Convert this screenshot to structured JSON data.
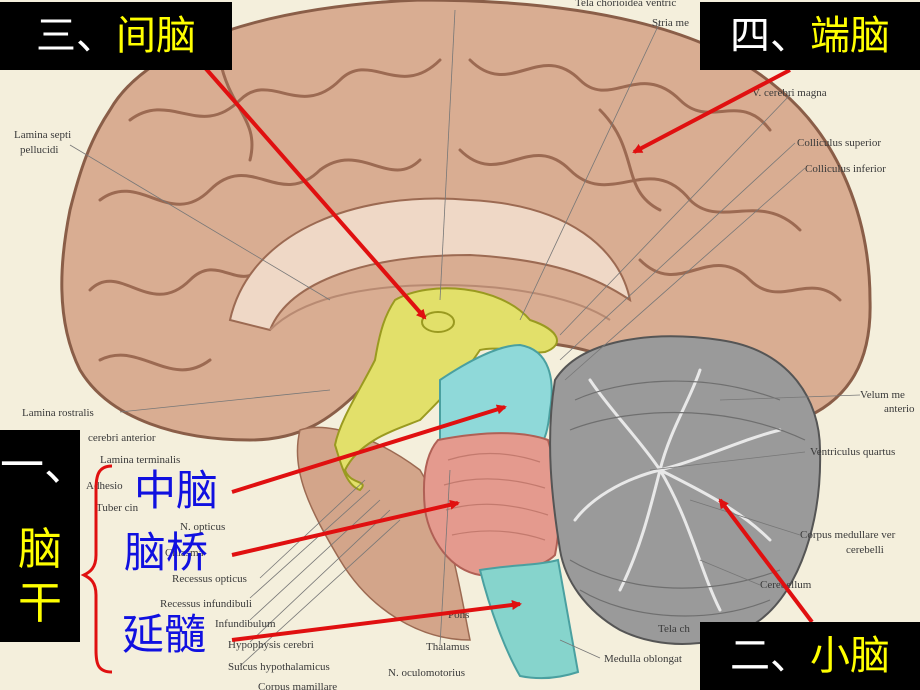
{
  "tags": {
    "diencephalon": {
      "prefix": "三、",
      "name": "间脑"
    },
    "telencephalon": {
      "prefix": "四、",
      "name": "端脑"
    },
    "cerebellum": {
      "prefix": "二、",
      "name": "小脑"
    },
    "brainstem": {
      "prefix": "一、",
      "name": "脑",
      "name2": "干"
    }
  },
  "parts": {
    "midbrain": "中脑",
    "pons": "脑桥",
    "medulla": "延髓"
  },
  "anatomy_labels": {
    "top1": "Tela chorioidea ventric",
    "top2": "Stria me",
    "top3": "V. cerebri magna",
    "left1a": "Lamina septi",
    "left1b": "pellucidi",
    "colsup": "Colliculus superior",
    "colinf": "Colliculus inferior",
    "rostralis": "Lamina rostralis",
    "velum1": "Velum me",
    "velum2": "anterio",
    "cerant": "cerebri anterior",
    "terminalis": "Lamina terminalis",
    "adhesio": "Adhesio",
    "tuber": "Tuber cin",
    "opticus": "N. opticus",
    "chiasma": "Chiasma",
    "recopt": "Recessus opticus",
    "recinf": "Recessus infundibuli",
    "infund": "Infundibulum",
    "hypo": "Hypophysis cerebri",
    "sulcus": "Sulcus hypothalamicus",
    "corpus": "Corpus mamillare",
    "thalamus": "Thalamus",
    "oculo": "N. oculomotorius",
    "pons": "Pons",
    "ventq": "Ventriculus quartus",
    "cm1": "Corpus medullare ver",
    "cm2": "cerebelli",
    "cereb": "Cerebellum",
    "tela": "Tela ch",
    "medobl": "Medulla oblongat"
  },
  "colors": {
    "cortex": "#d9ad92",
    "diencephalon": "#e2e06a",
    "midbrain": "#8fd9d9",
    "pons": "#e49a8e",
    "medulla": "#86d4cc",
    "cerebellum": "#9a9a9a",
    "arrow": "#e01010",
    "tag_bg": "#000000",
    "tag_yellow": "#ffff00"
  }
}
